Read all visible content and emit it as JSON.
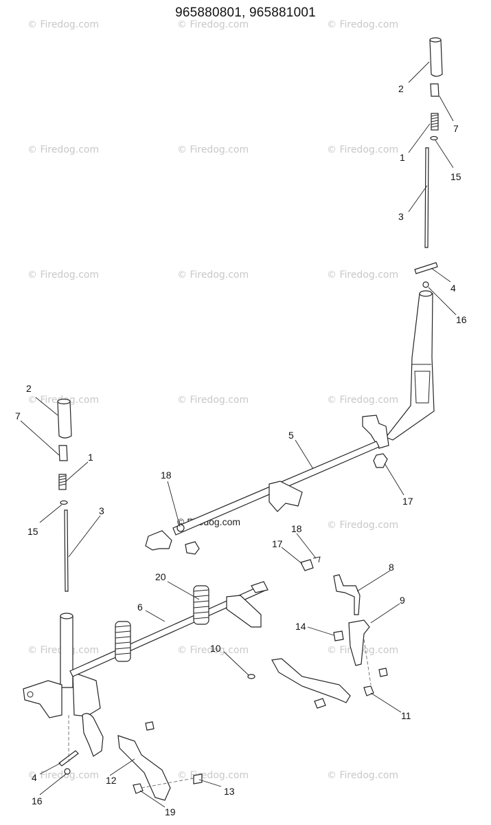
{
  "title": "965880801, 965881001",
  "watermark": "© Firedog.com",
  "center_watermark": "© Firedog.com",
  "callouts": {
    "c2a": "2",
    "c7a": "7",
    "c1a": "1",
    "c15a": "15",
    "c3a": "3",
    "c4a": "4",
    "c16a": "16",
    "c2b": "2",
    "c7b": "7",
    "c1b": "1",
    "c15b": "15",
    "c3b": "3",
    "c5": "5",
    "c17a": "17",
    "c18a": "18",
    "c18b": "18",
    "c17b": "17",
    "c20": "20",
    "c6": "6",
    "c8": "8",
    "c9": "9",
    "c14": "14",
    "c10": "10",
    "c11": "11",
    "c4b": "4",
    "c16b": "16",
    "c12": "12",
    "c13": "13",
    "c19": "19"
  }
}
